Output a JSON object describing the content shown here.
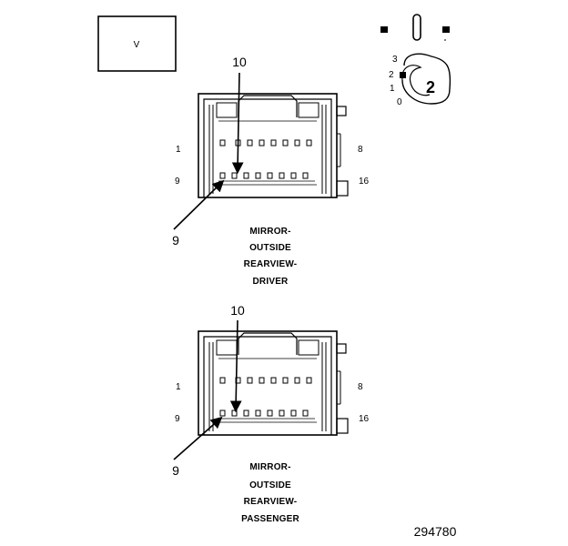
{
  "view_box": {
    "label": "V"
  },
  "key_icon": {
    "positions": [
      "3",
      "2",
      "1",
      "0"
    ],
    "number": "2"
  },
  "connectors": [
    {
      "pin_start_top": "1",
      "pin_end_top": "8",
      "pin_start_bottom": "9",
      "pin_end_bottom": "16",
      "callout_top": "10",
      "callout_bottom": "9",
      "caption": [
        "MIRROR-",
        "OUTSIDE",
        "REARVIEW-",
        "DRIVER"
      ]
    },
    {
      "pin_start_top": "1",
      "pin_end_top": "8",
      "pin_start_bottom": "9",
      "pin_end_bottom": "16",
      "callout_top": "10",
      "callout_bottom": "9",
      "caption": [
        "MIRROR-",
        "OUTSIDE",
        "REARVIEW-",
        "PASSENGER"
      ]
    }
  ],
  "figure_number": "294780"
}
